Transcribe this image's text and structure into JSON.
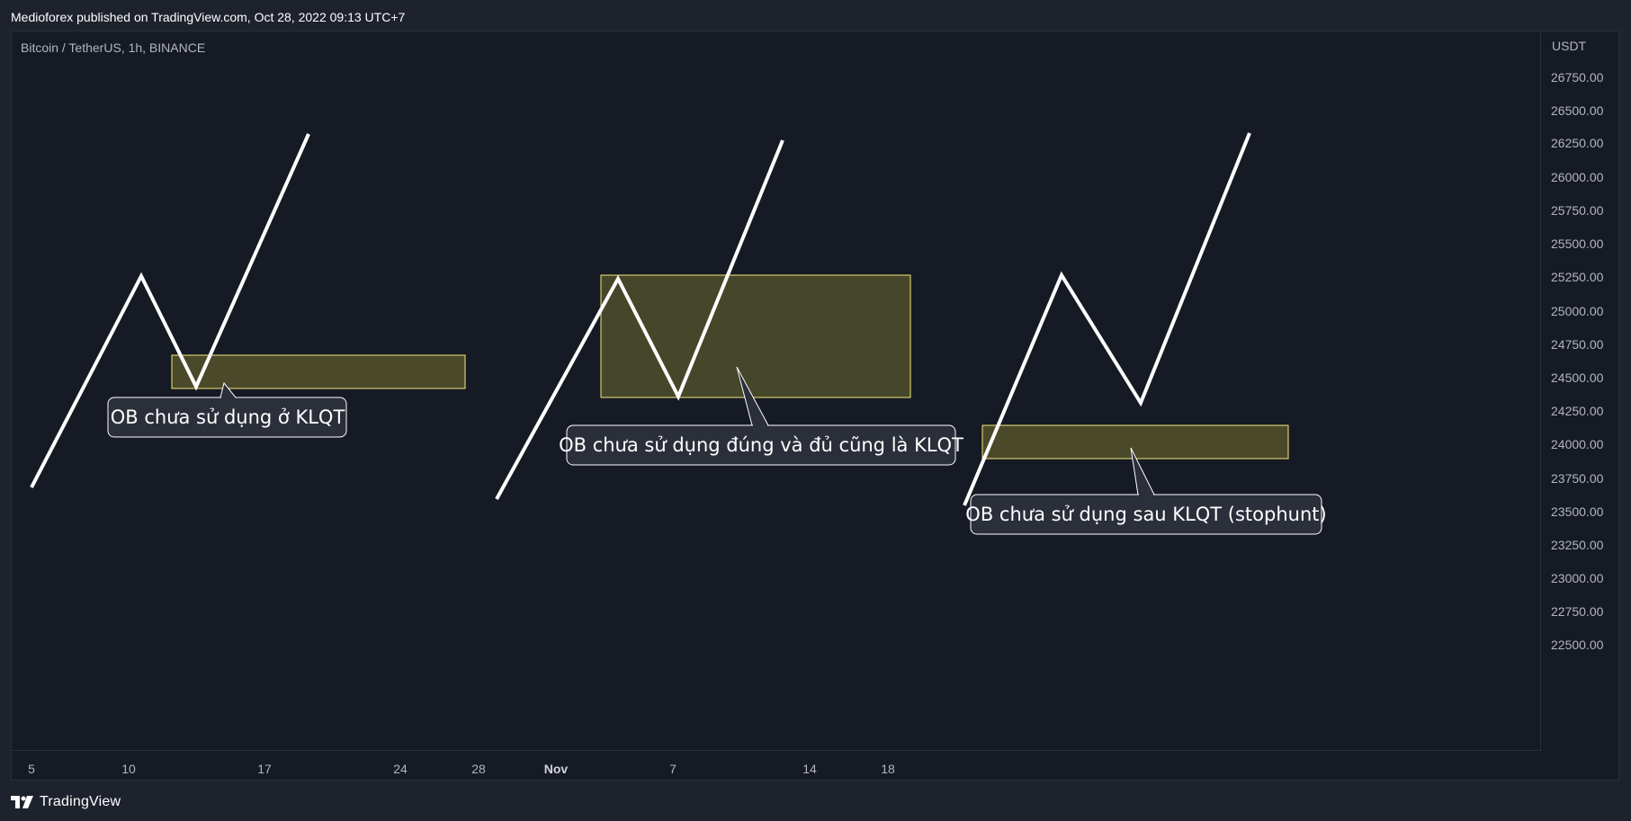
{
  "header": {
    "publisher_line": "Medioforex published on TradingView.com, Oct 28, 2022 09:13 UTC+7"
  },
  "chart": {
    "symbol_label": "Bitcoin / TetherUS, 1h, BINANCE",
    "currency": "USDT",
    "price_ticks": [
      "26750.00",
      "26500.00",
      "26250.00",
      "26000.00",
      "25750.00",
      "25500.00",
      "25250.00",
      "25000.00",
      "24750.00",
      "24500.00",
      "24250.00",
      "24000.00",
      "23750.00",
      "23500.00",
      "23250.00",
      "23000.00",
      "22750.00",
      "22500.00"
    ],
    "time_ticks": [
      "5",
      "10",
      "17",
      "24",
      "28",
      "Nov",
      "7",
      "14",
      "18"
    ],
    "callouts": {
      "one": "OB chưa sử dụng ở KLQT",
      "two": "OB chưa sử dụng đúng và đủ cũng là KLQT",
      "three": "OB chưa sử dụng sau KLQT (stophunt)"
    },
    "colors": {
      "background": "#161a25",
      "line": "#ffffff",
      "zone_fill": "#4a4a2a",
      "zone_border": "#f7e87a",
      "callout_fill": "#2b2f3a"
    }
  },
  "footer": {
    "brand": "TradingView",
    "logo_icon": "tradingview-logo-icon"
  }
}
